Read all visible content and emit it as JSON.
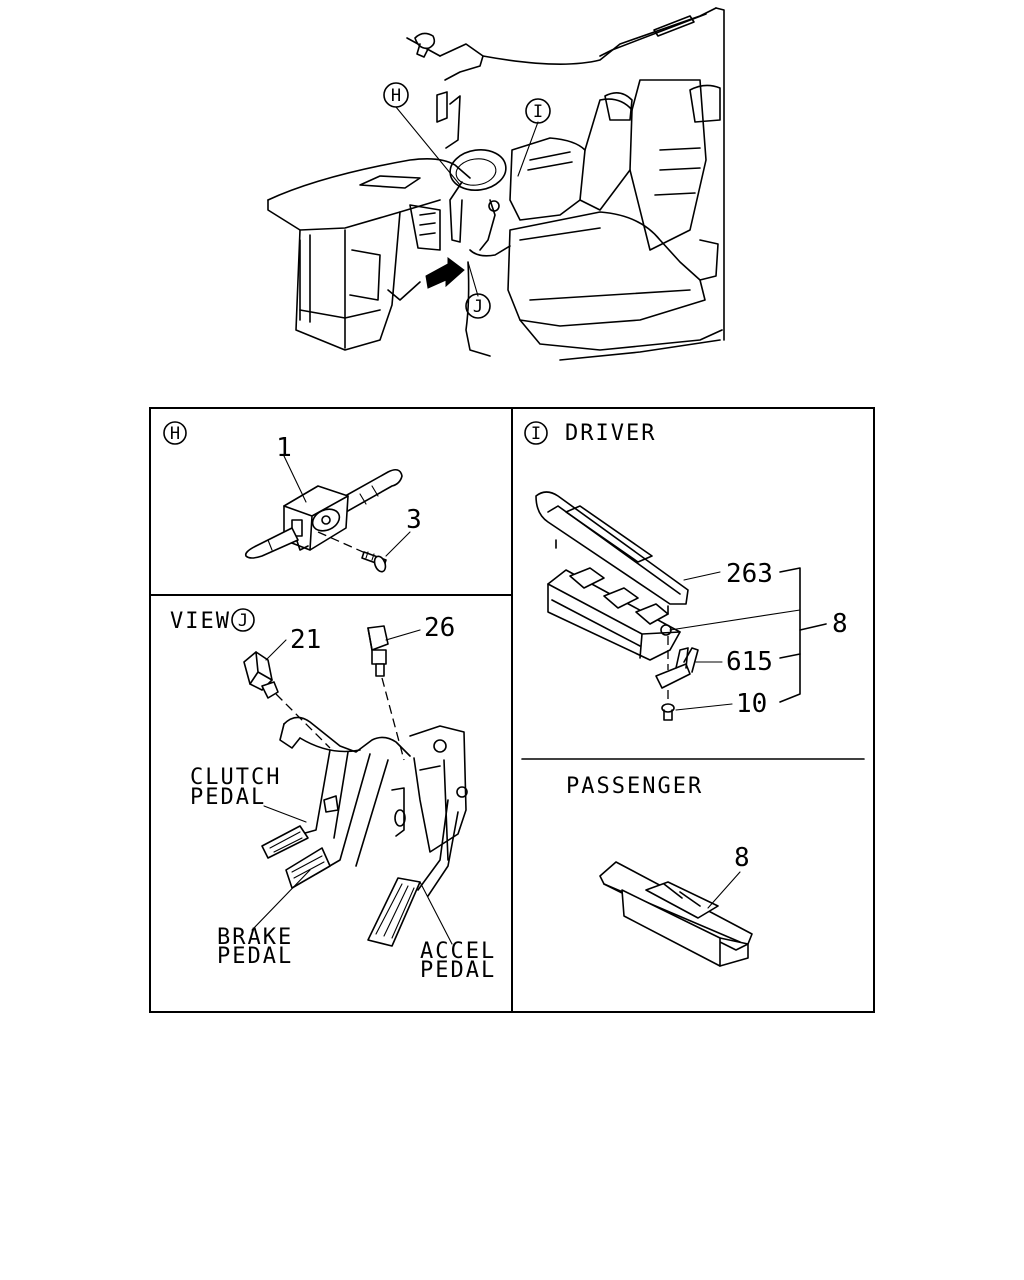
{
  "overview": {
    "callout_h": "H",
    "callout_i": "I",
    "callout_j": "J"
  },
  "panel_h": {
    "marker": "H",
    "parts": {
      "combination_switch": "1",
      "screw": "3"
    }
  },
  "panel_i": {
    "marker": "I",
    "title": "DRIVER",
    "parts": {
      "bezel": "263",
      "assembly": "8",
      "bracket": "615",
      "screw": "10"
    },
    "passenger_title": "PASSENGER",
    "passenger_part": "8"
  },
  "panel_j": {
    "title": "VIEW",
    "marker": "J",
    "parts": {
      "switch_a": "21",
      "switch_b": "26"
    },
    "clutch_line1": "CLUTCH",
    "clutch_line2": "PEDAL",
    "brake_line1": "BRAKE",
    "brake_line2": "PEDAL",
    "accel_line1": "ACCEL",
    "accel_line2": "PEDAL"
  }
}
